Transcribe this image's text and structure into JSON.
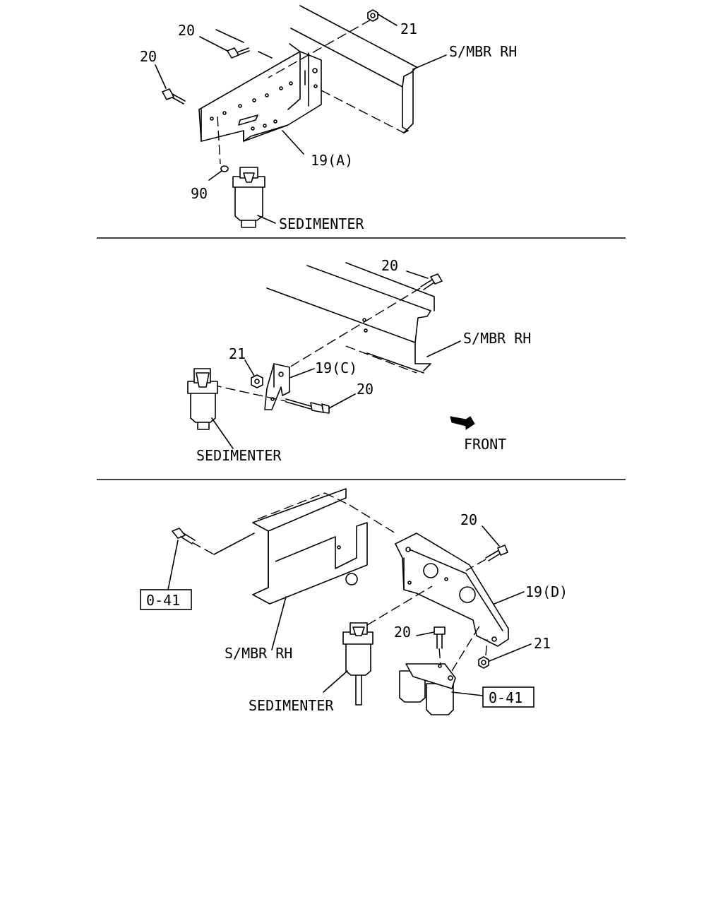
{
  "panels": [
    {
      "labels": {
        "bolt_upper": "20",
        "bolt_left": "20",
        "nut": "21",
        "member": "S/MBR RH",
        "bracket": "19(A)",
        "washer": "90",
        "sedimenter": "SEDIMENTER"
      }
    },
    {
      "labels": {
        "bolt_top": "20",
        "member": "S/MBR RH",
        "nut": "21",
        "bracket": "19(C)",
        "bolt_front": "20",
        "sedimenter": "SEDIMENTER",
        "front": "FRONT"
      }
    },
    {
      "labels": {
        "bolt_right": "20",
        "ref_left": "0-41",
        "bracket": "19(D)",
        "bolt_lower": "20",
        "nut": "21",
        "member": "S/MBR RH",
        "sedimenter": "SEDIMENTER",
        "ref_right": "0-41"
      }
    }
  ]
}
